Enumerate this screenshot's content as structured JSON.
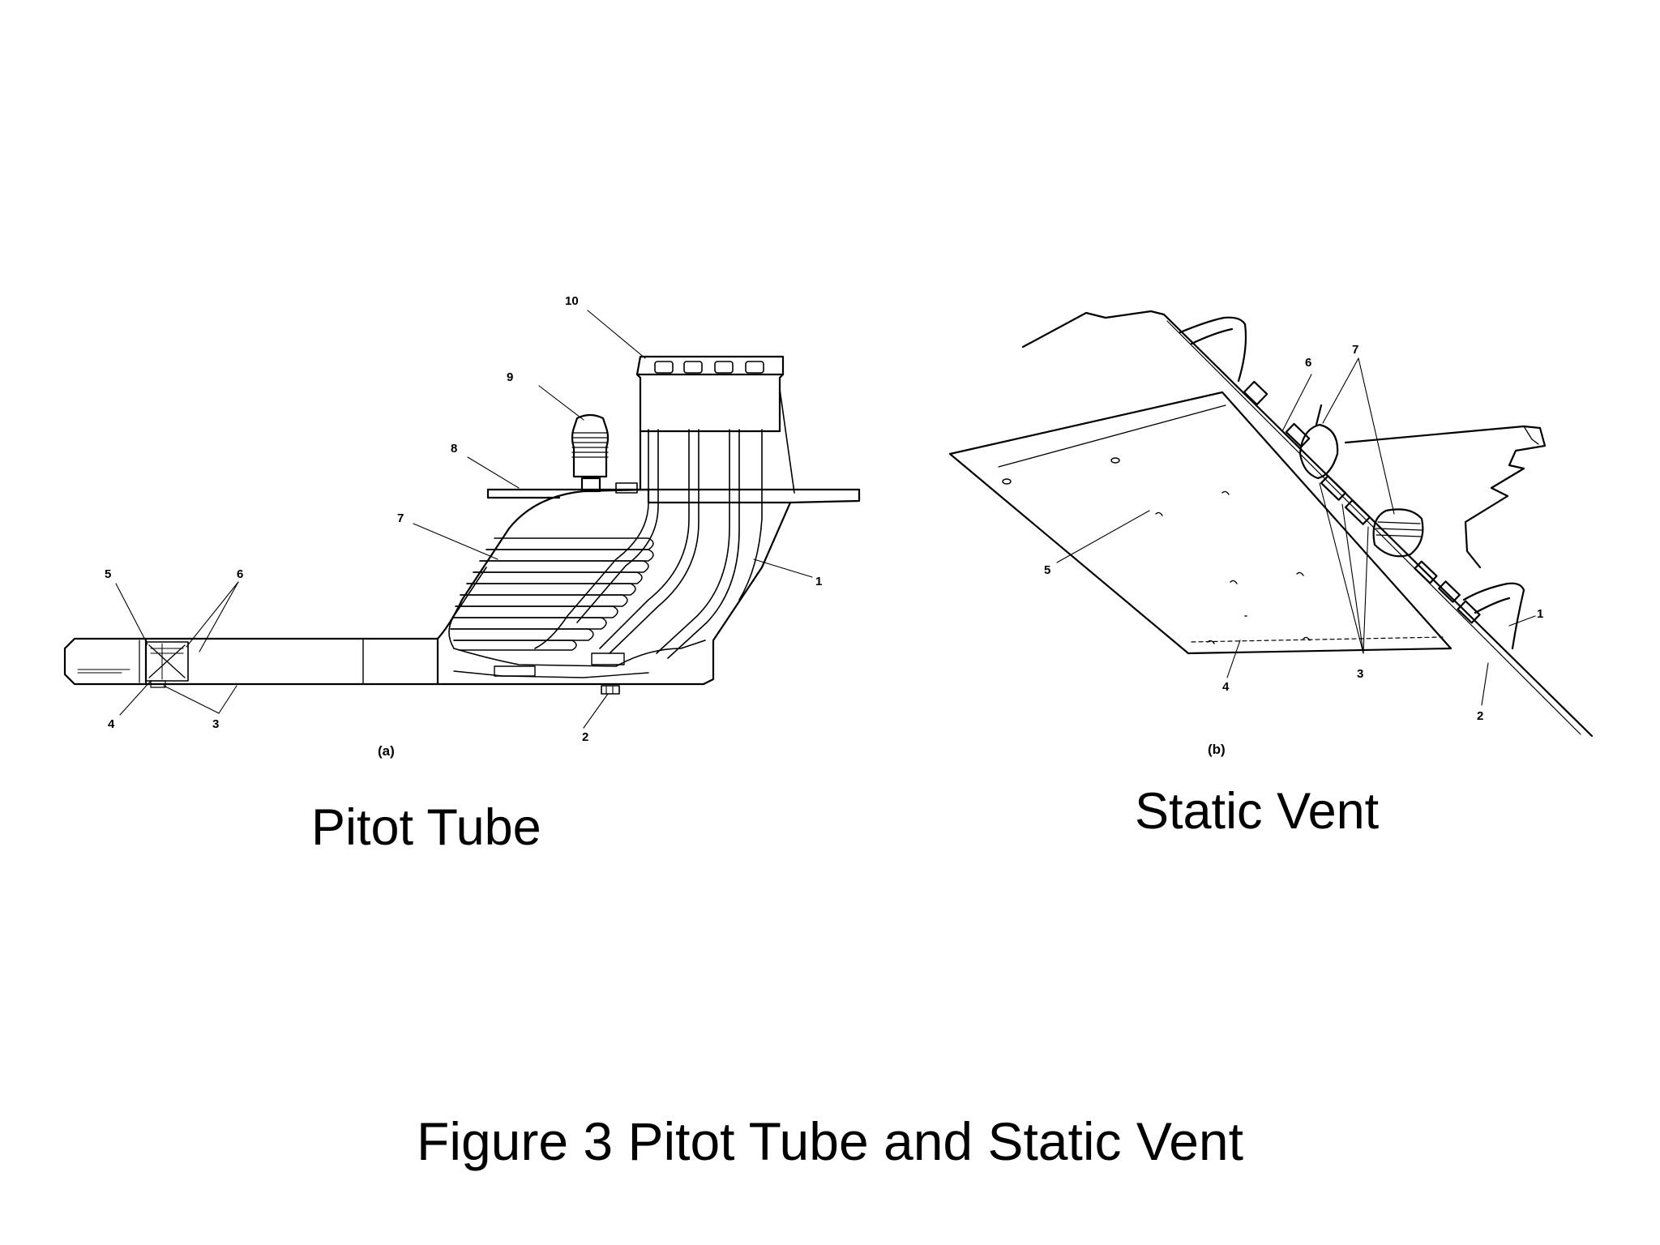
{
  "figure_title": "Figure 3 Pitot Tube and Static Vent",
  "panels": {
    "pitot": {
      "caption": "Pitot Tube",
      "panel_label": "(a)",
      "callouts": [
        "1",
        "2",
        "3",
        "4",
        "5",
        "6",
        "7",
        "8",
        "9",
        "10"
      ]
    },
    "static": {
      "caption": "Static Vent",
      "panel_label": "(b)",
      "callouts": [
        "1",
        "2",
        "3",
        "4",
        "5",
        "6",
        "7"
      ]
    }
  }
}
